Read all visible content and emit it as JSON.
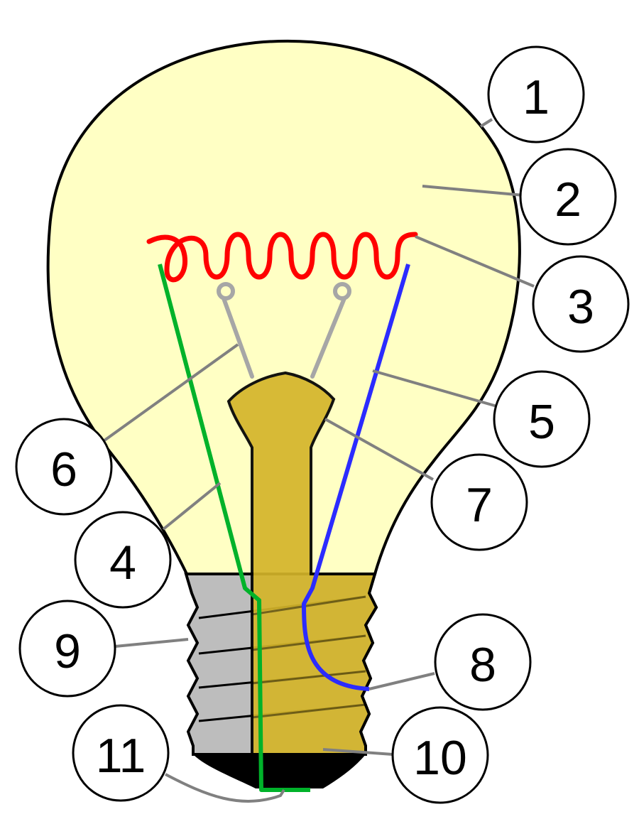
{
  "colors": {
    "glass": "#ffffc4",
    "outline": "#000000",
    "filament": "#ff0000",
    "lead_wire_left": "#00b22a",
    "lead_wire_right": "#2b2bff",
    "support_wires": "#a6a6a6",
    "glass_mount": "#d4b52a",
    "screw_thread": "#bdbdbd",
    "contact_tip": "#000000",
    "leader_lines": "#808080"
  },
  "callouts": [
    "1",
    "2",
    "3",
    "4",
    "5",
    "6",
    "7",
    "8",
    "9",
    "10",
    "11"
  ]
}
